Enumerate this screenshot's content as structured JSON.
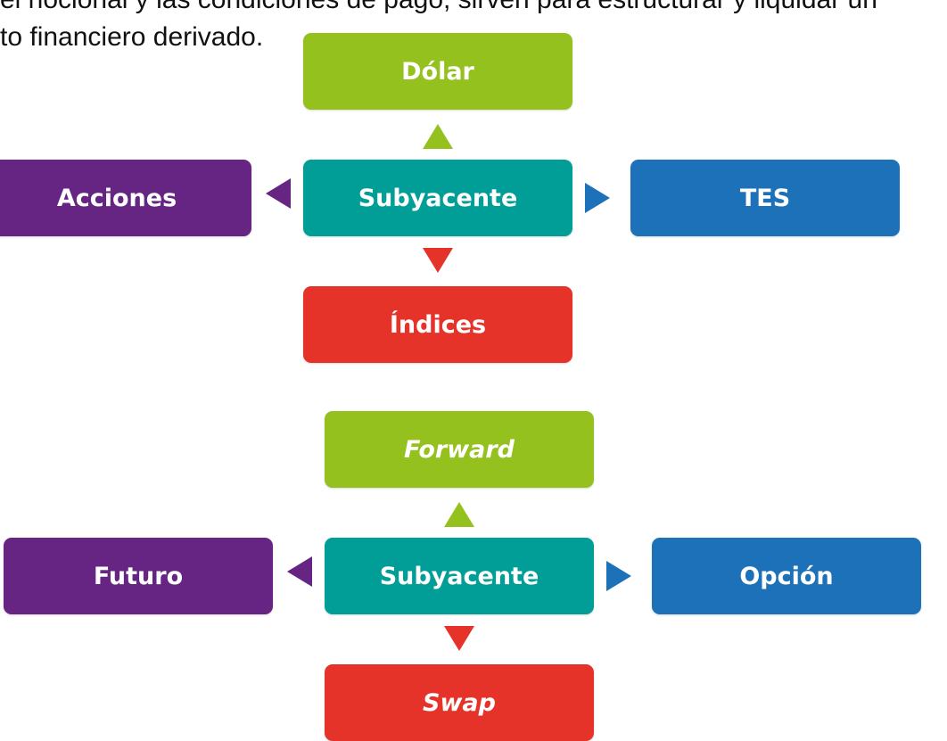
{
  "text": {
    "line1": "el nocional y las condiciones de pago, sirven para estructurar y liquidar un",
    "line2": "to financiero derivado."
  },
  "diagram1": {
    "center": "Subyacente",
    "top": "Dólar",
    "left": "Acciones",
    "right": "TES",
    "bottom": "Índices"
  },
  "diagram2": {
    "center": "Subyacente",
    "top": "Forward",
    "left": "Futuro",
    "right": "Opción",
    "bottom": "Swap"
  },
  "colors": {
    "green": "#95c11f",
    "teal": "#009e96",
    "purple": "#662483",
    "blue": "#1d71b8",
    "red": "#e53329"
  }
}
